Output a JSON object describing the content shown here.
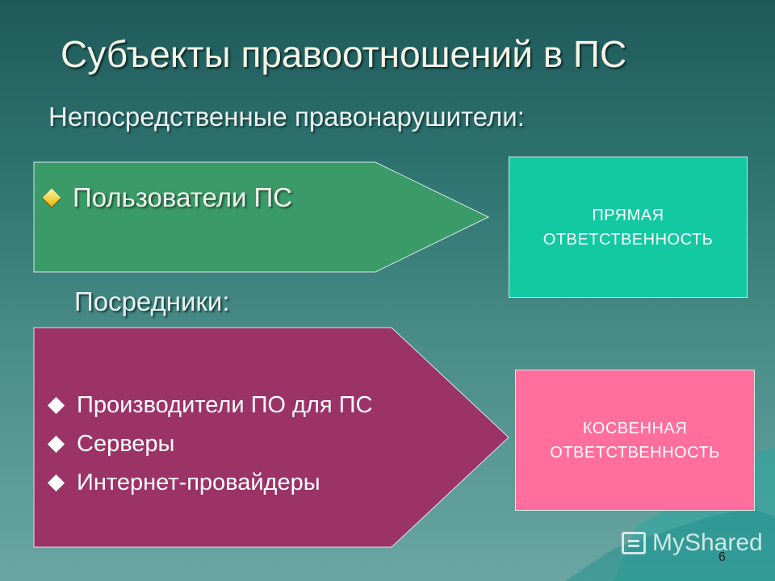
{
  "slide": {
    "title": "Субъекты правоотношений в ПС",
    "subtitle": "Непосредственные правонарушители:",
    "users_item": "Пользователи ПС",
    "section2_title": "Посредники:",
    "intermediaries": [
      "Производители ПО для ПС",
      "Серверы",
      "Интернет-провайдеры"
    ],
    "direct_box": {
      "line1": "ПРЯМАЯ",
      "line2": "ОТВЕТСТВЕННОСТЬ"
    },
    "indirect_box": {
      "line1": "КОСВЕННАЯ",
      "line2": "ОТВЕТСТВЕННОСТЬ"
    },
    "watermark": "MyShared",
    "page_number": "6"
  },
  "colors": {
    "background_top": "#1f5a5a",
    "background_bottom": "#6aa6a3",
    "users_arrow": "#3a9a68",
    "intermediaries_arrow": "#9b3367",
    "direct_box": "#12c9a2",
    "indirect_box": "#ff6e9c",
    "bullet_yellow": "#e5b400"
  },
  "icons": {
    "users_bullet": "diamond-bullet-icon",
    "intermediaries_bullet": "diamond-bullet-icon",
    "watermark_logo": "presentation-screen-icon"
  }
}
